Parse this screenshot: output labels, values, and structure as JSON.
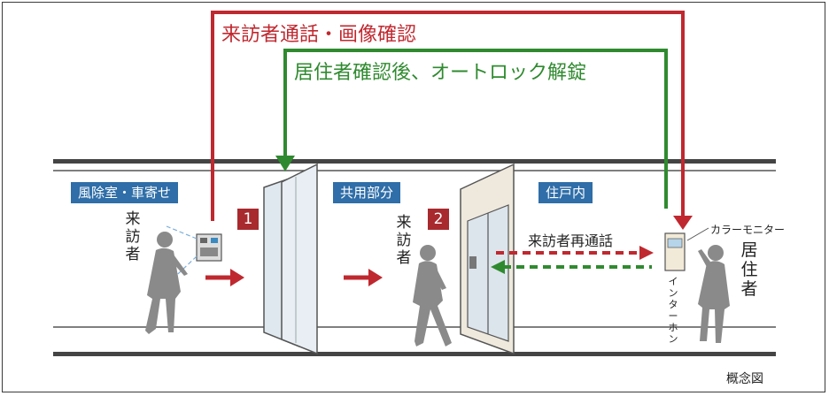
{
  "labels": {
    "red_flow": "来訪者通話・画像確認",
    "green_flow": "居住者確認後、オートロック解錠",
    "zone_entrance": "風除室・車寄せ",
    "zone_common": "共用部分",
    "zone_dwelling": "住戸内",
    "visitor_1": "来訪者",
    "visitor_2": "来訪者",
    "recall": "来訪者再通話",
    "color_monitor": "カラーモニター",
    "intercom": "インターホン",
    "resident": "居住者",
    "caption": "概念図",
    "step1": "1",
    "step2": "2"
  },
  "colors": {
    "red": "#c0282f",
    "green": "#2f8a2f",
    "zone_blue": "#2f6ea8",
    "badge": "#a82a2e",
    "person": "#8a8a8a"
  }
}
